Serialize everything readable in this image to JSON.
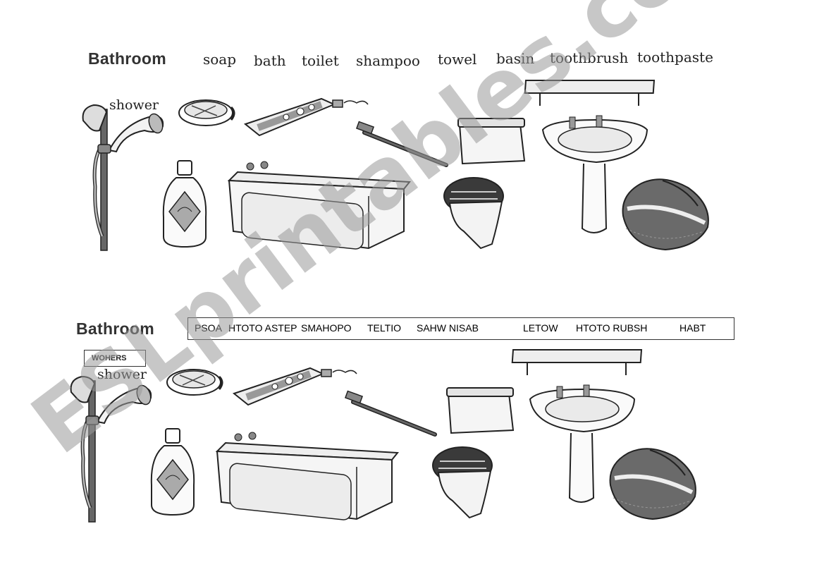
{
  "top_section": {
    "heading": "Bathroom",
    "words": [
      "soap",
      "bath",
      "toilet",
      "shampoo",
      "towel",
      "basin",
      "toothbrush",
      "toothpaste"
    ],
    "shower_label": "shower"
  },
  "bottom_section": {
    "heading": "Bathroom",
    "scrambled_words": [
      "PSOA",
      "HTOTO ASTEP",
      "SMAHOPO",
      "TELTIO",
      "SAHW NISAB",
      "LETOW",
      "HTOTO RUBSH",
      "HABT"
    ],
    "scrambled_shower": "WOHERS",
    "shower_label": "shower"
  },
  "watermark": "ESLprintables.com"
}
